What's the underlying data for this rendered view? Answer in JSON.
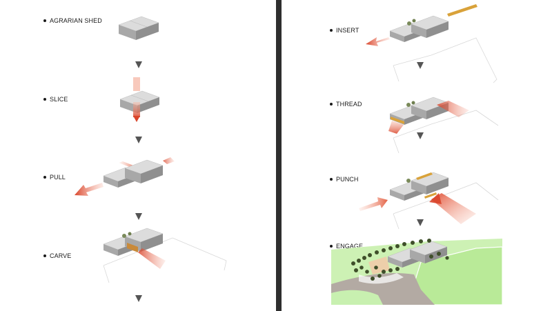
{
  "steps_left": [
    {
      "id": "agrarian-shed",
      "label": "AGRARIAN SHED"
    },
    {
      "id": "slice",
      "label": "SLICE"
    },
    {
      "id": "pull",
      "label": "PULL"
    },
    {
      "id": "carve",
      "label": "CARVE"
    }
  ],
  "steps_right": [
    {
      "id": "insert",
      "label": "INSERT"
    },
    {
      "id": "thread",
      "label": "THREAD"
    },
    {
      "id": "punch",
      "label": "PUNCH"
    },
    {
      "id": "engage",
      "label": "ENGAGE"
    }
  ],
  "colors": {
    "divider": "#2e2e2e",
    "massing_top": "#d2d2d2",
    "massing_side": "#8f8f8f",
    "arrow_red": "#d9442a",
    "flow_arrow": "#555555",
    "timber": "#d9a23a",
    "grass": "#c8f0b0",
    "paving": "#b3aaa3"
  }
}
